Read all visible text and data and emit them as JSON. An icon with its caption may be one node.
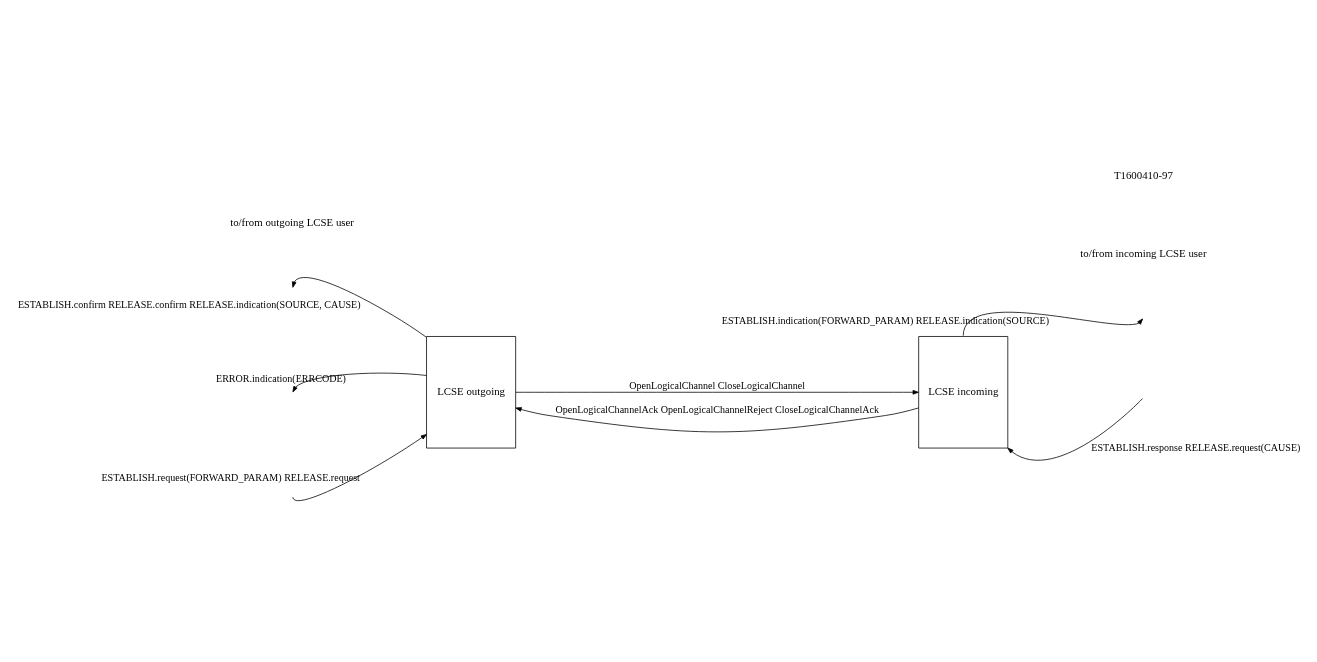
{
  "diagram": {
    "nodes": [
      {
        "text": [
          "LCSE outgoing"
        ]
      },
      {
        "text": [
          "LCSE incoming"
        ]
      }
    ],
    "edges": [
      {
        "from": 0,
        "to": null,
        "arrow": "to",
        "label": "ESTABLISH.confirm RELEASE.confirm RELEASE.indication(SOURCE, CAUSE)"
      },
      {
        "from": null,
        "to": 0,
        "arrow": "to",
        "label": "ESTABLISH.request(FORWARD_PARAM) RELEASE.request"
      },
      {
        "from": 0,
        "to": null,
        "arrow": "to",
        "label": "ERROR.indication(ERRCODE)"
      },
      {
        "from": 0,
        "to": 1,
        "arrow": "to",
        "label": "OpenLogicalChannel CloseLogicalChannel"
      },
      {
        "from": 1,
        "to": 0,
        "arrow": "to",
        "label": "OpenLogicalChannelAck OpenLogicalChannelReject CloseLogicalChannelAck"
      },
      {
        "from": 1,
        "to": null,
        "arrow": "to",
        "label": "ESTABLISH.indication(FORWARD_PARAM) RELEASE.indication(SOURCE)"
      },
      {
        "from": null,
        "to": 1,
        "arrow": "to",
        "label": "ESTABLISH.response RELEASE.request(CAUSE)"
      }
    ],
    "labels": [
      "to/from outgoing LCSE user",
      "to/from incoming LCSE user",
      "T1600410-97"
    ]
  }
}
